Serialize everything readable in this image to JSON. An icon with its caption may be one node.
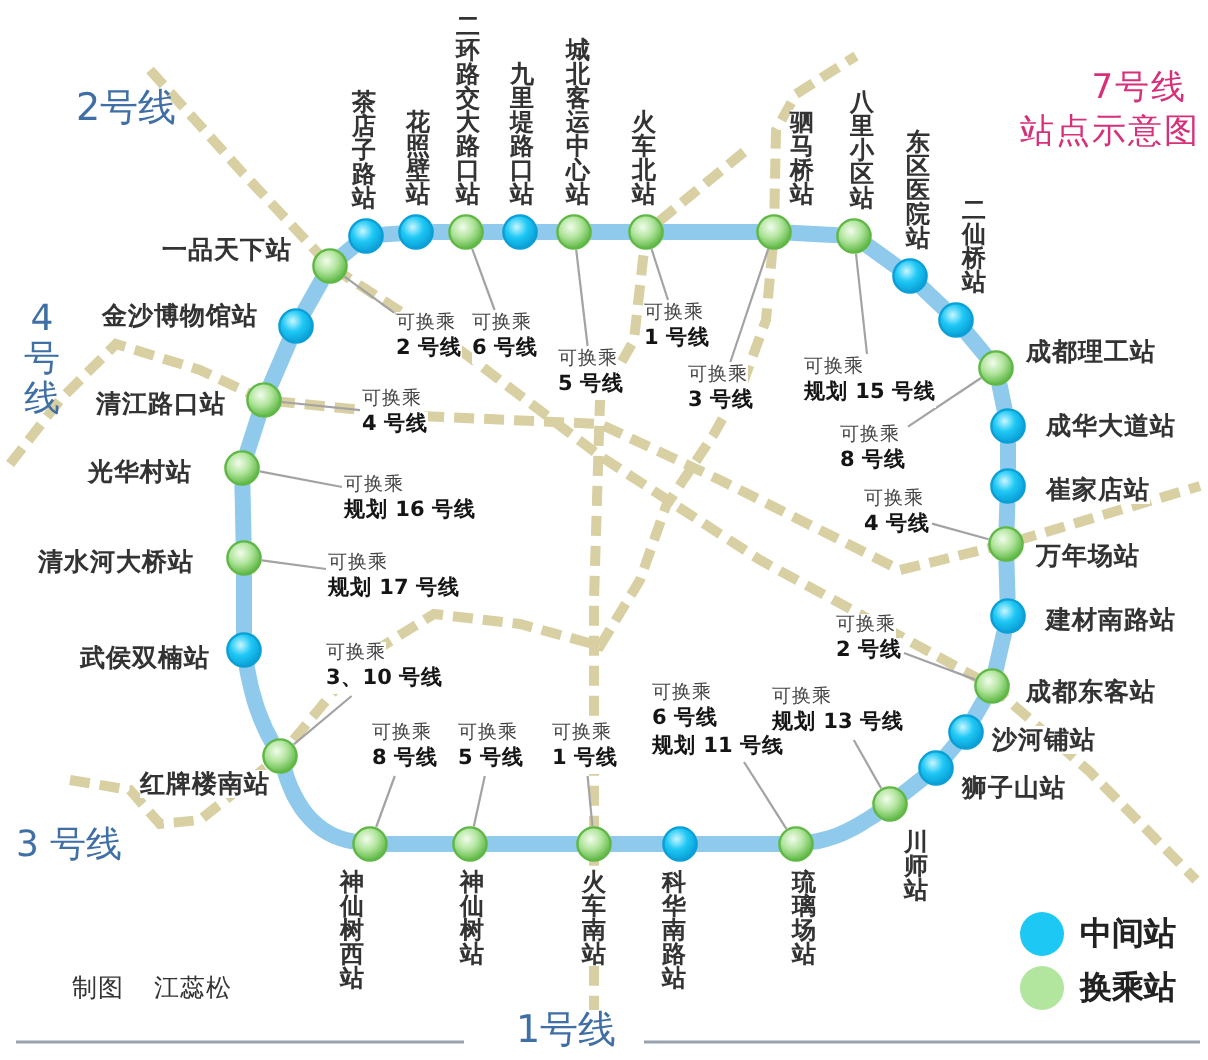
{
  "diagram": {
    "title": "7号线站点示意图",
    "nodes": [
      {
        "text": [
          "茶店子路站"
        ]
      },
      {
        "text": [
          "花照壁站"
        ]
      },
      {
        "text": [
          "二环路交大路口站"
        ]
      },
      {
        "text": [
          "九里堤路口站"
        ]
      },
      {
        "text": [
          "城北客运中心站"
        ]
      },
      {
        "text": [
          "火车北站"
        ]
      },
      {
        "text": [
          "驷马桥站"
        ]
      },
      {
        "text": [
          "八里小区站"
        ]
      },
      {
        "text": [
          "东区医院站"
        ]
      },
      {
        "text": [
          "二仙桥站"
        ]
      },
      {
        "text": [
          "成都理工站"
        ]
      },
      {
        "text": [
          "成华大道站"
        ]
      },
      {
        "text": [
          "崔家店站"
        ]
      },
      {
        "text": [
          "万年场站"
        ]
      },
      {
        "text": [
          "建材南路站"
        ]
      },
      {
        "text": [
          "成都东客站"
        ]
      },
      {
        "text": [
          "沙河铺站"
        ]
      },
      {
        "text": [
          "狮子山站"
        ]
      },
      {
        "text": [
          "川师站"
        ]
      },
      {
        "text": [
          "琉璃场站"
        ]
      },
      {
        "text": [
          "科华南路站"
        ]
      },
      {
        "text": [
          "火车南站"
        ]
      },
      {
        "text": [
          "神仙树站"
        ]
      },
      {
        "text": [
          "神仙树西站"
        ]
      },
      {
        "text": [
          "红牌楼南站"
        ]
      },
      {
        "text": [
          "武侯双楠站"
        ]
      },
      {
        "text": [
          "清水河大桥站"
        ]
      },
      {
        "text": [
          "光华村站"
        ]
      },
      {
        "text": [
          "清江路口站"
        ]
      },
      {
        "text": [
          "金沙博物馆站"
        ]
      },
      {
        "text": [
          "一品天下站"
        ]
      },
      {
        "text": [
          "可换乘",
          "2 号线"
        ]
      },
      {
        "text": [
          "可换乘",
          "6 号线"
        ]
      },
      {
        "text": [
          "可换乘",
          "5 号线"
        ]
      },
      {
        "text": [
          "可换乘",
          "1 号线"
        ]
      },
      {
        "text": [
          "可换乘",
          "3 号线"
        ]
      },
      {
        "text": [
          "可换乘",
          "规划 15 号线"
        ]
      },
      {
        "text": [
          "可换乘",
          "4 号线"
        ]
      },
      {
        "text": [
          "可换乘",
          "8 号线"
        ]
      },
      {
        "text": [
          "可换乘",
          "规划 16 号线"
        ]
      },
      {
        "text": [
          "可换乘",
          "4 号线"
        ]
      },
      {
        "text": [
          "可换乘",
          "规划 17 号线"
        ]
      },
      {
        "text": [
          "可换乘",
          "2 号线"
        ]
      },
      {
        "text": [
          "可换乘",
          "3、10 号线"
        ]
      },
      {
        "text": [
          "可换乘",
          "6 号线",
          "规划 11 号线"
        ]
      },
      {
        "text": [
          "可换乘",
          "规划 13 号线"
        ]
      },
      {
        "text": [
          "可换乘",
          "8 号线"
        ]
      },
      {
        "text": [
          "可换乘",
          "5 号线"
        ]
      },
      {
        "text": [
          "可换乘",
          "1 号线"
        ]
      }
    ],
    "edges": [
      {
        "from": 0,
        "to": 1,
        "arrow": "none",
        "style": "thick"
      },
      {
        "from": 1,
        "to": 2,
        "arrow": "none",
        "style": "thick"
      },
      {
        "from": 2,
        "to": 3,
        "arrow": "none",
        "style": "thick"
      },
      {
        "from": 3,
        "to": 4,
        "arrow": "none",
        "style": "thick"
      },
      {
        "from": 4,
        "to": 5,
        "arrow": "none",
        "style": "thick"
      },
      {
        "from": 5,
        "to": 6,
        "arrow": "none",
        "style": "thick"
      },
      {
        "from": 6,
        "to": 7,
        "arrow": "none",
        "style": "thick"
      },
      {
        "from": 7,
        "to": 8,
        "arrow": "none",
        "style": "thick"
      },
      {
        "from": 8,
        "to": 9,
        "arrow": "none",
        "style": "thick"
      },
      {
        "from": 9,
        "to": 10,
        "arrow": "none",
        "style": "thick"
      },
      {
        "from": 10,
        "to": 11,
        "arrow": "none",
        "style": "thick"
      },
      {
        "from": 11,
        "to": 12,
        "arrow": "none",
        "style": "thick"
      },
      {
        "from": 12,
        "to": 13,
        "arrow": "none",
        "style": "thick"
      },
      {
        "from": 13,
        "to": 14,
        "arrow": "none",
        "style": "thick"
      },
      {
        "from": 14,
        "to": 15,
        "arrow": "none",
        "style": "thick"
      },
      {
        "from": 15,
        "to": 16,
        "arrow": "none",
        "style": "thick"
      },
      {
        "from": 16,
        "to": 17,
        "arrow": "none",
        "style": "thick"
      },
      {
        "from": 17,
        "to": 18,
        "arrow": "none",
        "style": "thick"
      },
      {
        "from": 18,
        "to": 19,
        "arrow": "none",
        "style": "thick"
      },
      {
        "from": 19,
        "to": 20,
        "arrow": "none",
        "style": "thick"
      },
      {
        "from": 20,
        "to": 21,
        "arrow": "none",
        "style": "thick"
      },
      {
        "from": 21,
        "to": 22,
        "arrow": "none",
        "style": "thick"
      },
      {
        "from": 22,
        "to": 23,
        "arrow": "none",
        "style": "thick"
      },
      {
        "from": 23,
        "to": 24,
        "arrow": "none",
        "style": "thick"
      },
      {
        "from": 24,
        "to": 25,
        "arrow": "none",
        "style": "thick"
      },
      {
        "from": 25,
        "to": 26,
        "arrow": "none",
        "style": "thick"
      },
      {
        "from": 26,
        "to": 27,
        "arrow": "none",
        "style": "thick"
      },
      {
        "from": 27,
        "to": 28,
        "arrow": "none",
        "style": "thick"
      },
      {
        "from": 28,
        "to": 29,
        "arrow": "none",
        "style": "thick"
      },
      {
        "from": 29,
        "to": 30,
        "arrow": "none",
        "style": "thick"
      },
      {
        "from": 30,
        "to": 0,
        "arrow": "none",
        "style": "thick"
      },
      {
        "from": 31,
        "to": 30,
        "arrow": "none",
        "color": "#a3a3a3"
      },
      {
        "from": 32,
        "to": 2,
        "arrow": "none",
        "color": "#a3a3a3"
      },
      {
        "from": 33,
        "to": 4,
        "arrow": "none",
        "color": "#a3a3a3"
      },
      {
        "from": 34,
        "to": 5,
        "arrow": "none",
        "color": "#a3a3a3"
      },
      {
        "from": 35,
        "to": 6,
        "arrow": "none",
        "color": "#a3a3a3"
      },
      {
        "from": 36,
        "to": 7,
        "arrow": "none",
        "color": "#a3a3a3"
      },
      {
        "from": 37,
        "to": 28,
        "arrow": "none",
        "color": "#a3a3a3"
      },
      {
        "from": 38,
        "to": 10,
        "arrow": "none",
        "color": "#a3a3a3"
      },
      {
        "from": 39,
        "to": 27,
        "arrow": "none",
        "color": "#a3a3a3"
      },
      {
        "from": 40,
        "to": 13,
        "arrow": "none",
        "color": "#a3a3a3"
      },
      {
        "from": 41,
        "to": 26,
        "arrow": "none",
        "color": "#a3a3a3"
      },
      {
        "from": 42,
        "to": 15,
        "arrow": "none",
        "color": "#a3a3a3"
      },
      {
        "from": 43,
        "to": 24,
        "arrow": "none",
        "color": "#a3a3a3"
      },
      {
        "from": 44,
        "to": 19,
        "arrow": "none",
        "color": "#a3a3a3"
      },
      {
        "from": 45,
        "to": 18,
        "arrow": "none",
        "color": "#a3a3a3"
      },
      {
        "from": 46,
        "to": 23,
        "arrow": "none",
        "color": "#a3a3a3"
      },
      {
        "from": 47,
        "to": 22,
        "arrow": "none",
        "color": "#a3a3a3"
      },
      {
        "from": 48,
        "to": 21,
        "arrow": "none",
        "color": "#a3a3a3"
      }
    ],
    "labels": [
      "2号线",
      "4号线",
      "3 号线",
      "制图",
      "江蕊松",
      "1号线"
    ],
    "legend": [
      {
        "text": "中间站",
        "color": "#1ec8f5"
      },
      {
        "text": "换乘站",
        "color": "#b2e59e"
      }
    ]
  }
}
